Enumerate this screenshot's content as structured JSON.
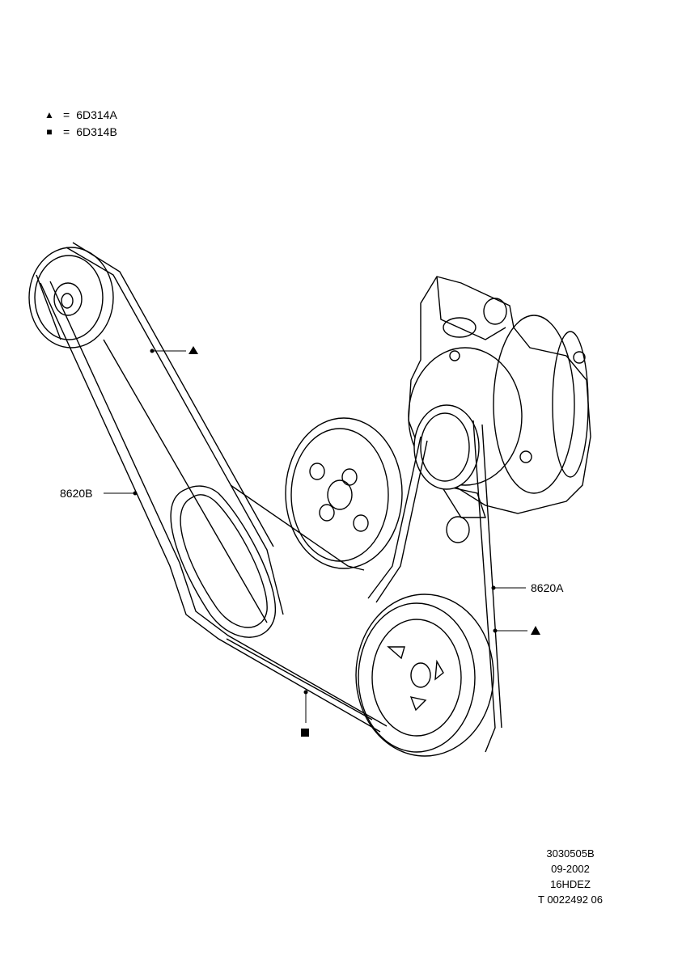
{
  "legend": {
    "items": [
      {
        "symbol": "triangle",
        "eq": "=",
        "code": "6D314A"
      },
      {
        "symbol": "square",
        "eq": "=",
        "code": "6D314B"
      }
    ]
  },
  "callouts": {
    "belt_b": "8620B",
    "belt_a": "8620A"
  },
  "meta": {
    "line1": "3030505B",
    "line2": "09-2002",
    "line3": "16HDEZ",
    "line4": "T 0022492 06"
  }
}
